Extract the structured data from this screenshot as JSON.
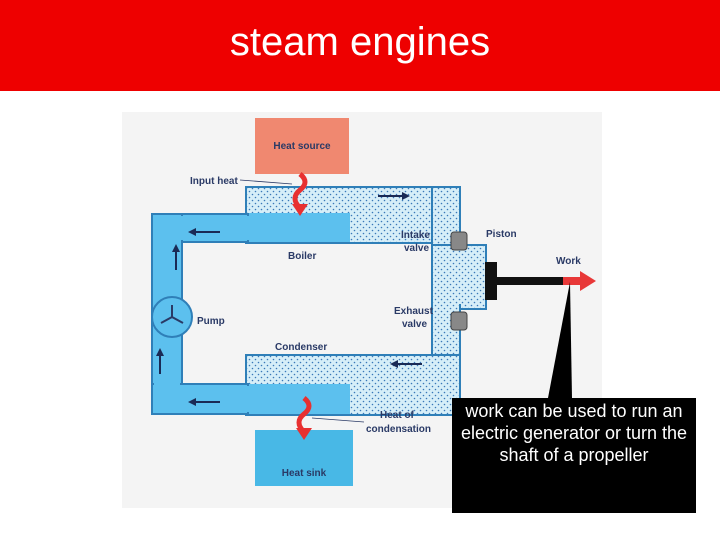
{
  "title": "steam engines",
  "diagram": {
    "labels": {
      "heat_source": "Heat source",
      "input_heat": "Input heat",
      "intake_valve_1": "Intake",
      "intake_valve_2": "valve",
      "piston": "Piston",
      "work": "Work",
      "boiler": "Boiler",
      "pump": "Pump",
      "exhaust_valve_1": "Exhaust",
      "exhaust_valve_2": "valve",
      "condenser": "Condenser",
      "heat_of_condensation_1": "Heat of",
      "heat_of_condensation_2": "condensation",
      "heat_sink": "Heat sink"
    },
    "colors": {
      "pipe": "#5cc0ee",
      "pipe_outline": "#2f7fb8",
      "steam": "#d6eef8",
      "heat_source": "#f08870",
      "heat_sink": "#48b8e6",
      "heat_arrow": "#e83030",
      "work_arrow": "#e83838"
    }
  },
  "callout": {
    "text": "work can be used to run an electric generator or turn the shaft of a propeller"
  }
}
